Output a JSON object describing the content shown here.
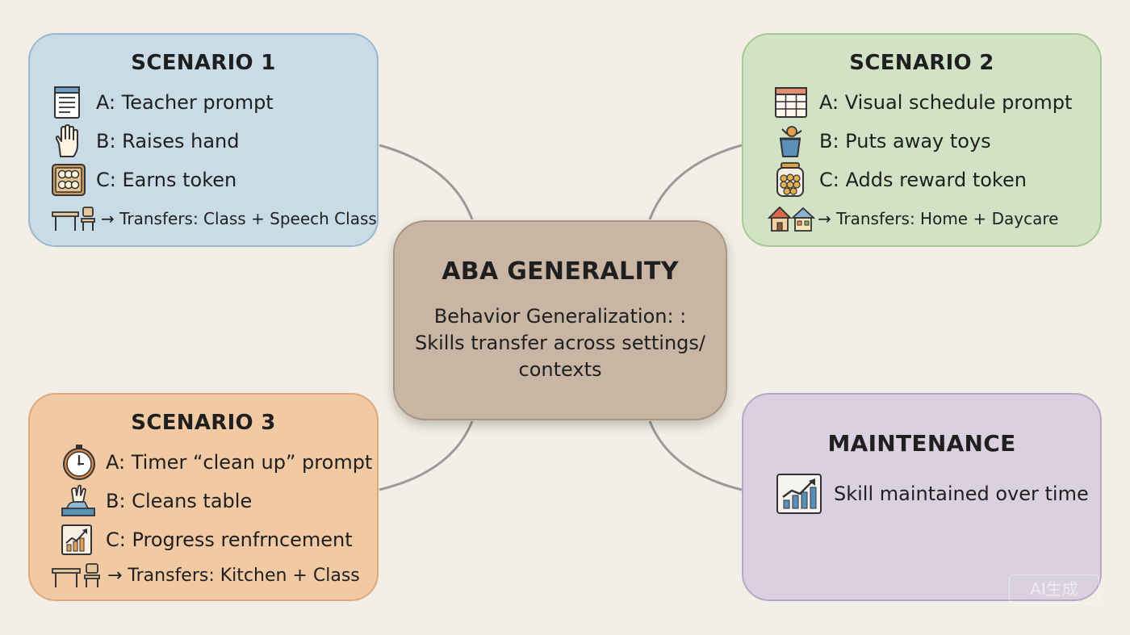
{
  "center": {
    "title": "ABA GENERALITY",
    "line1": "Behavior Generalization: :",
    "line2": "Skills transfer across settings/",
    "line3": "contexts"
  },
  "scenario1": {
    "title": "SCENARIO 1",
    "a": "A: Teacher prompt",
    "b": "B: Raises hand",
    "c": "C: Earns token",
    "transfer": "→ Transfers: Class + Speech Class"
  },
  "scenario2": {
    "title": "SCENARIO 2",
    "a": "A: Visual schedule prompt",
    "b": "B: Puts away toys",
    "c": "C: Adds reward token",
    "transfer": "→ Transfers: Home + Daycare"
  },
  "scenario3": {
    "title": "SCENARIO 3",
    "a": "A: Timer “clean up” prompt",
    "b": "B: Cleans table",
    "c": "C: Progress renfrncement",
    "transfer": "→ Transfers: Kitchen + Class"
  },
  "maintenance": {
    "title": "MAINTENANCE",
    "item": "Skill maintained over time"
  },
  "watermark": "AI生成",
  "colors": {
    "background": "#f3efe6",
    "scenario1": "#c9dbe6",
    "scenario2": "#d2e3c5",
    "scenario3": "#f1c9a3",
    "maintenance": "#dbd0df",
    "center": "#c8b5a4",
    "connector": "#9a9a9a"
  }
}
